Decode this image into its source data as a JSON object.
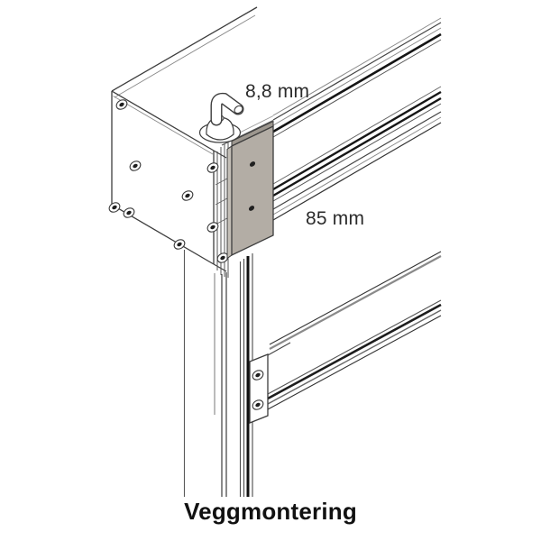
{
  "page": {
    "background": "#ffffff"
  },
  "figure": {
    "caption": "Veggmontering",
    "labels": {
      "depth": "8,8 mm",
      "height": "85 mm"
    },
    "colors": {
      "outline": "#3d3d3d",
      "outline_dark": "#161616",
      "outline_light": "#8a8a8a",
      "bracket_face": "#b3ada5",
      "bracket_top_edge": "#9d978f",
      "bracket_side_edge": "#c4bfb7",
      "screw_slot": "#202020",
      "label_text": "#2b2b2b",
      "caption_text": "#111111"
    }
  }
}
